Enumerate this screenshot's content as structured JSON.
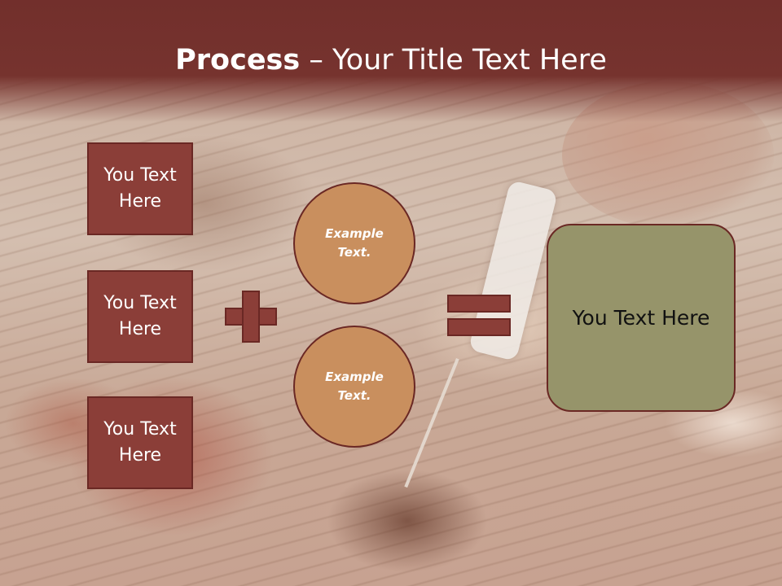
{
  "header": {
    "title_bold": "Process",
    "title_rest": " – Your Title Text Here"
  },
  "boxes": [
    {
      "label": "You Text Here"
    },
    {
      "label": "You Text Here"
    },
    {
      "label": "You Text Here"
    }
  ],
  "circles": [
    {
      "label": "Example Text."
    },
    {
      "label": "Example Text."
    }
  ],
  "result": {
    "label": "You Text Here"
  },
  "colors": {
    "header": "#722f2c",
    "box_fill": "#8b3e38",
    "circle_fill": "#c98f5e",
    "result_fill": "#96946a",
    "outline": "#6a2824"
  }
}
